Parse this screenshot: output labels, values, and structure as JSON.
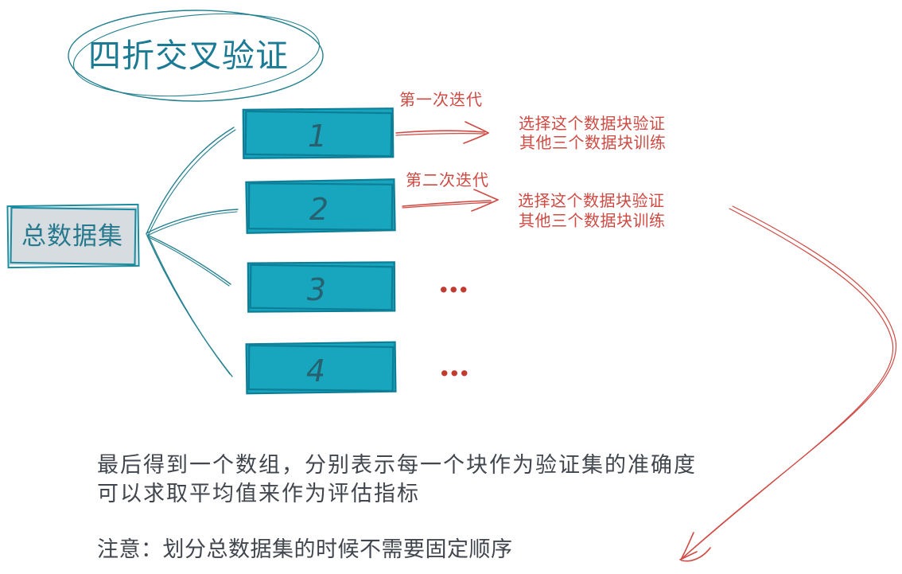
{
  "title": "四折交叉验证",
  "dataset": {
    "label": "总数据集"
  },
  "folds": [
    {
      "label": "1"
    },
    {
      "label": "2"
    },
    {
      "label": "3"
    },
    {
      "label": "4"
    }
  ],
  "iterations": [
    {
      "label": "第一次迭代",
      "result_line1": "选择这个数据块验证",
      "result_line2": "其他三个数据块训练"
    },
    {
      "label": "第二次迭代",
      "result_line1": "选择这个数据块验证",
      "result_line2": "其他三个数据块训练"
    }
  ],
  "ellipsis_rows": [
    {
      "label": "..."
    },
    {
      "label": "..."
    }
  ],
  "notes": {
    "line1": "最后得到一个数组，分别表示每一个块作为验证集的准确度",
    "line2": "可以求取平均值来作为评估指标",
    "line3": "注意：划分总数据集的时候不需要固定顺序"
  },
  "colors": {
    "teal_fill": "#18a6be",
    "teal_border": "#0d7e97",
    "teal_line": "#24808f",
    "teal_text": "#1b7a94",
    "dataset_fill": "#d6dce0",
    "number_ink": "#27606f",
    "red": "#cf4a43",
    "red_dot": "#c23b31",
    "ink": "#41464e"
  }
}
